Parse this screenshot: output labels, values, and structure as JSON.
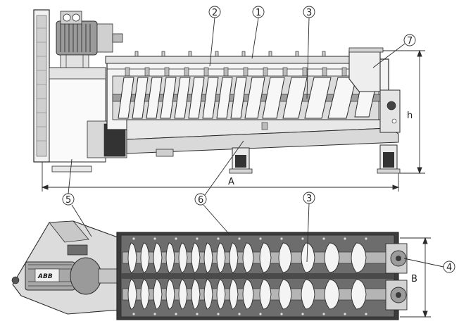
{
  "callouts": {
    "c1": "1",
    "c2": "2",
    "c3_side": "3",
    "c7": "7",
    "c5": "5",
    "c6": "6",
    "c3_top": "3",
    "c4": "4"
  },
  "dimensions": {
    "h": "h",
    "A": "A",
    "B": "B"
  },
  "motor_brand": "ABB",
  "colors": {
    "line": "#2b2b2b",
    "metal_light": "#e6e6e6",
    "metal_mid": "#bdbdbd",
    "metal_dark": "#6e6e6e",
    "shadow": "#3a3a3a"
  }
}
